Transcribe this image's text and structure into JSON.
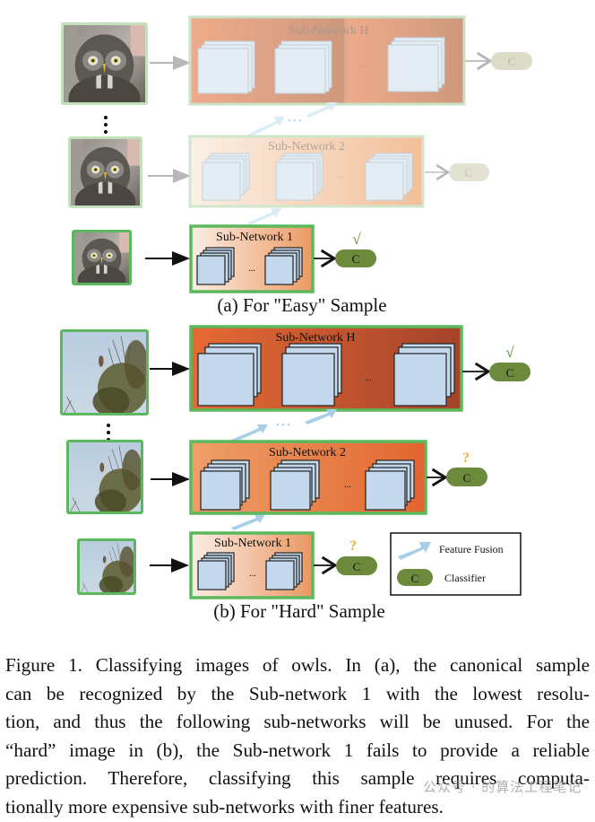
{
  "figure": {
    "panel_a": {
      "title": "(a) For \"Easy\" Sample",
      "subnetworks": [
        {
          "label": "Sub-Network H",
          "active": false,
          "classifier_label": "C",
          "status": ""
        },
        {
          "label": "Sub-Network 2",
          "active": false,
          "classifier_label": "C",
          "status": ""
        },
        {
          "label": "Sub-Network 1",
          "active": true,
          "classifier_label": "C",
          "status": "√"
        }
      ],
      "ellipsis": "...",
      "fusion_ellipsis": "• • •"
    },
    "panel_b": {
      "title": "(b) For \"Hard\" Sample",
      "subnetworks": [
        {
          "label": "Sub-Network H",
          "active": true,
          "classifier_label": "C",
          "status": "√"
        },
        {
          "label": "Sub-Network 2",
          "active": true,
          "classifier_label": "C",
          "status": "?"
        },
        {
          "label": "Sub-Network 1",
          "active": true,
          "classifier_label": "C",
          "status": "?"
        }
      ],
      "ellipsis": "...",
      "fusion_ellipsis": "• • •"
    },
    "legend": {
      "feature_fusion": "Feature Fusion",
      "classifier_symbol": "C",
      "classifier": "Classifier"
    },
    "colors": {
      "active_border": "#4caf50",
      "inactive_border": "#c5e0c0",
      "classifier_fill": "#6b8a3c",
      "classifier_inactive": "#dcdcc8",
      "check": "#5a8a2e",
      "question": "#f2b233",
      "fusion_arrow": "#a9cfe8",
      "feature_map": "#c3d8ec"
    }
  },
  "caption": {
    "lines": [
      "Figure 1.  Classifying images of owls. In (a), the canonical sample",
      "can be recognized by the Sub-network 1 with the lowest resolu-",
      "tion, and thus the following sub-networks will be unused. For the",
      "“hard” image in (b), the Sub-network 1 fails to provide a reliable",
      "prediction.  Therefore, classifying this sample requires computa-",
      "tionally more expensive sub-networks with finer features."
    ]
  },
  "watermark": "公众号 · 的算法工程笔记"
}
